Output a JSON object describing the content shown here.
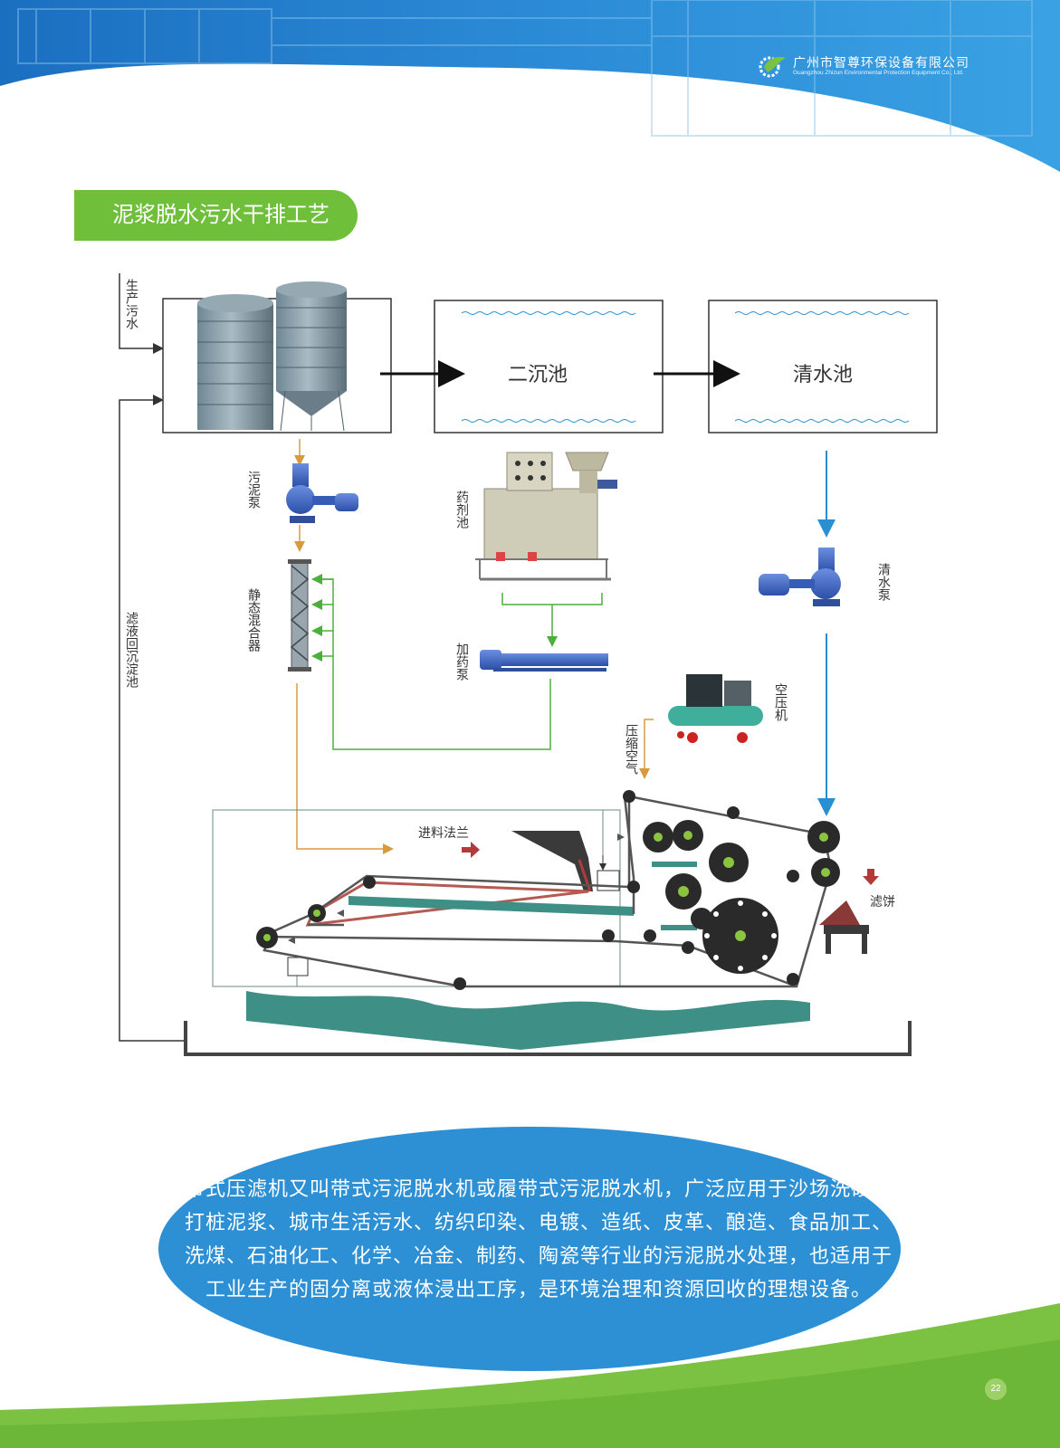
{
  "header": {
    "company_cn": "广州市智尊环保设备有限公司",
    "company_en": "Guangzhou Zhizun Environmental Protection Equipment Co., Ltd."
  },
  "title": "泥浆脱水污水干排工艺",
  "diagram": {
    "labels": {
      "production_sewage": "生产污水",
      "sedimentation_tank": "二沉池",
      "clear_water_tank": "清水池",
      "sludge_pump": "污泥泵",
      "static_mixer": "静态混合器",
      "dosing_tank": "药剂池",
      "dosing_pump": "加药泵",
      "clear_water_pump": "清水泵",
      "air_compressor": "空压机",
      "compressed_air": "压缩空气",
      "feed_flange": "进料法兰",
      "filter_cake": "滤饼",
      "filtrate_return": "滤液回沉淀池"
    }
  },
  "description": "带式压滤机又叫带式污泥脱水机或履带式污泥脱水机，广泛应用于沙场洗砂、打桩泥浆、城市生活污水、纺织印染、电镀、造纸、皮革、酿造、食品加工、洗煤、石油化工、化学、冶金、制药、陶瓷等行业的污泥脱水处理，也适用于工业生产的固分离或液体浸出工序，是环境治理和资源回收的理想设备。",
  "page_number": "22",
  "colors": {
    "brand_blue": "#2d8fd4",
    "accent_green": "#6fbf3a",
    "orange_flow": "#d89a3a",
    "green_flow": "#4caf3c",
    "water_blue": "#2a8fd0"
  }
}
